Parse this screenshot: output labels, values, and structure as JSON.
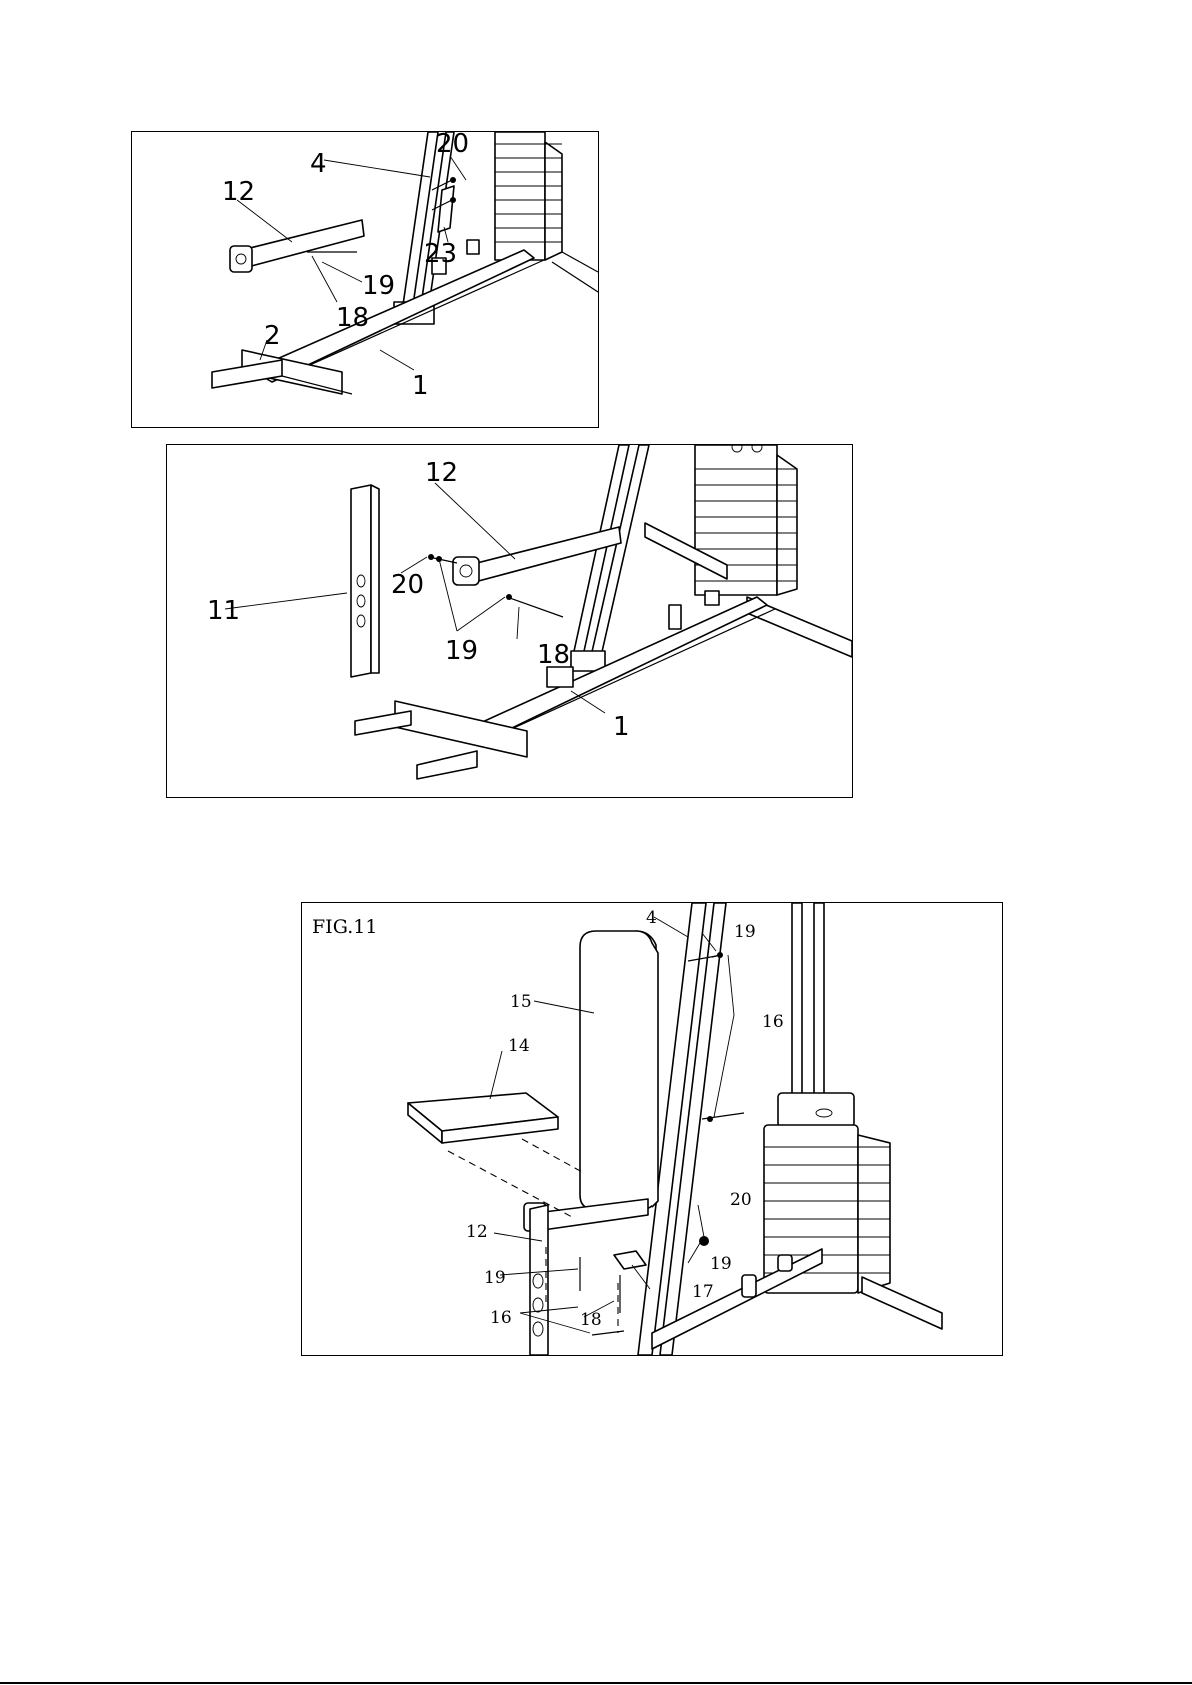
{
  "panel_a": {
    "labels": [
      "4",
      "20",
      "12",
      "23",
      "19",
      "18",
      "2",
      "1"
    ]
  },
  "panel_b": {
    "labels": [
      "12",
      "11",
      "20",
      "19",
      "18",
      "1"
    ]
  },
  "panel_c": {
    "title": "FIG.11",
    "labels": [
      "4",
      "19",
      "15",
      "16",
      "14",
      "20",
      "12",
      "19",
      "17",
      "19",
      "16",
      "18"
    ]
  }
}
